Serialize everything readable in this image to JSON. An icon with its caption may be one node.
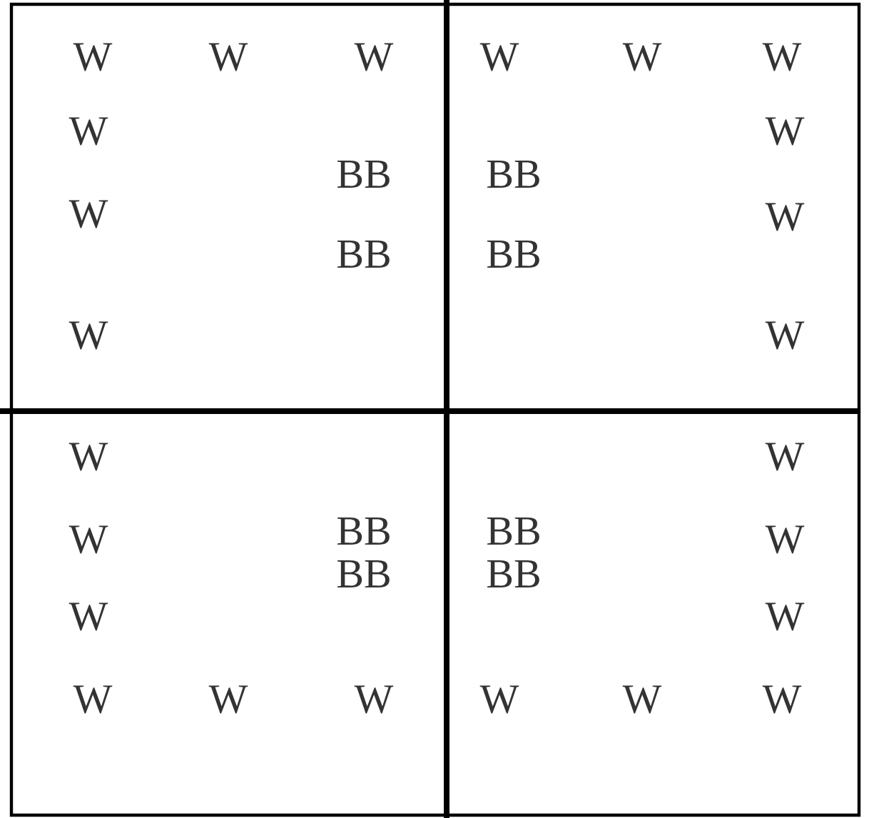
{
  "diagram": {
    "labels": [
      "W",
      "W",
      "W",
      "W",
      "W",
      "W",
      "W",
      "W",
      "BB",
      "BB",
      "W",
      "W",
      "BB",
      "BB",
      "W",
      "W",
      "W",
      "W",
      "W",
      "BB",
      "BB",
      "W",
      "BB",
      "BB",
      "W",
      "W",
      "W",
      "W",
      "W",
      "W",
      "W",
      "W"
    ]
  }
}
